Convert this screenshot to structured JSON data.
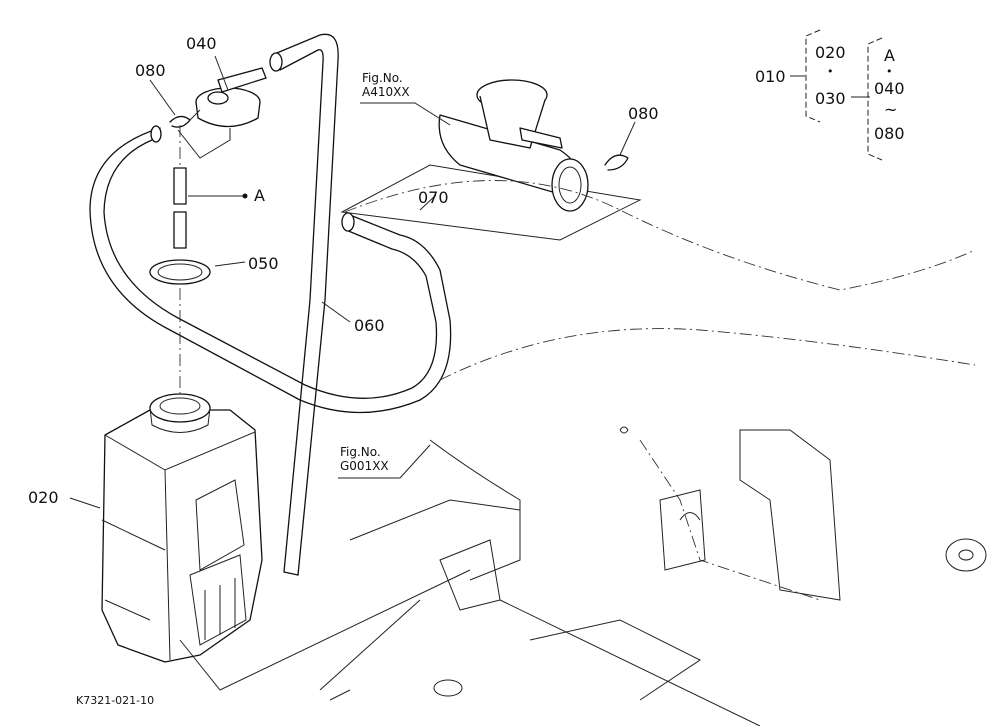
{
  "diagram": {
    "parts": {
      "p010": "010",
      "p020_group": "020",
      "p030_group": "030",
      "pA_group": "A",
      "p040_group": "040",
      "p080_group": "080",
      "p040": "040",
      "p080_left": "080",
      "pA": "A",
      "p050": "050",
      "p060": "060",
      "p070": "070",
      "p080_right": "080",
      "p020": "020"
    },
    "group_symbols": {
      "dot1": "•",
      "dot2": "•",
      "tilde": "~"
    },
    "fig_refs": {
      "a410": {
        "line1": "Fig.No.",
        "line2": "A410XX"
      },
      "g001": {
        "line1": "Fig.No.",
        "line2": "G001XX"
      }
    },
    "drawing_code": "K7321-021-10"
  }
}
